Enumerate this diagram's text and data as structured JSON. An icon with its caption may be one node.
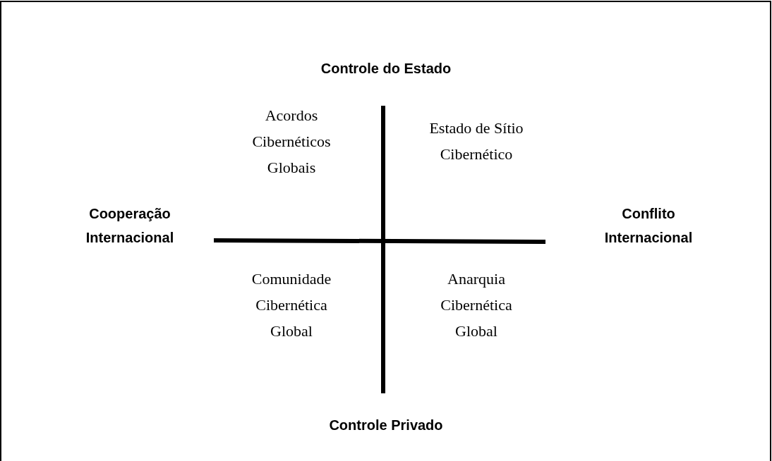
{
  "diagram": {
    "labels": [
      "Controle do Estado",
      "Acordos Cibernéticos Globais",
      "Estado de Sítio Cibernético",
      "Cooperação Internacional",
      "Conflito Internacional",
      "Comunidade Cibernética Global",
      "Anarquia Cibernética Global",
      "Controle Privado"
    ]
  }
}
